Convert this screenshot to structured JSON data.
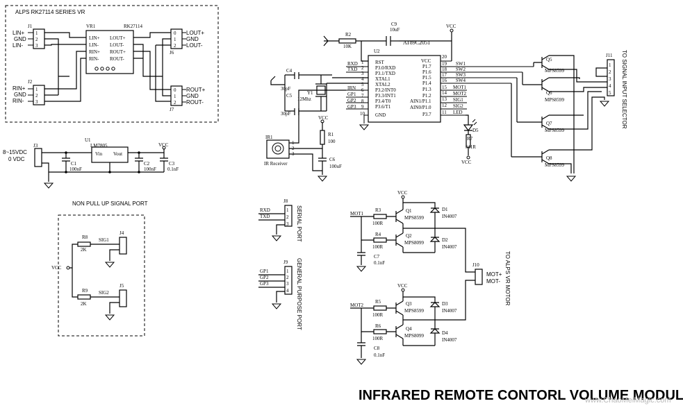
{
  "title": "INFRARED REMOTE CONTORL VOLUME MODULE",
  "watermark": "www.ChaoMeiMagic.com",
  "vr_section": {
    "header": "ALPS RK27114 SERIES VR",
    "j1": {
      "ref": "J1",
      "signals": [
        "LIN+",
        "GND",
        "LIN-"
      ],
      "pins": [
        "1",
        "2",
        "3"
      ]
    },
    "j2": {
      "ref": "J2",
      "signals": [
        "RIN+",
        "GND",
        "RIN-"
      ],
      "pins": [
        "1",
        "2",
        "3"
      ]
    },
    "j6": {
      "ref": "J6",
      "signals": [
        "LOUT+",
        "GND",
        "LOUT-"
      ],
      "pins": [
        "0",
        "1",
        "2"
      ]
    },
    "j7": {
      "ref": "J7",
      "signals": [
        "ROUT+",
        "GND",
        "ROUT-"
      ],
      "pins": [
        "0",
        "1",
        "2"
      ]
    },
    "vr1": {
      "ref": "VR1",
      "part": "RK27114",
      "left_pins": [
        "LIN+",
        "LIN-",
        "RIN+",
        "RIN-"
      ],
      "right_pins": [
        "LOUT+",
        "LOUT-",
        "ROUT+",
        "ROUT-"
      ]
    }
  },
  "power": {
    "j3": {
      "ref": "J3",
      "input": "8~15VDC",
      "gnd": "0 VDC"
    },
    "u1": {
      "ref": "U1",
      "part": "LM7805",
      "vin": "Vin",
      "vout": "Vout"
    },
    "c1": {
      "ref": "C1",
      "value": "100nF"
    },
    "c2": {
      "ref": "C2",
      "value": "100nF"
    },
    "c3": {
      "ref": "C3",
      "value": "0.1nF"
    },
    "vcc": "VCC"
  },
  "pullup": {
    "header": "NON PULL UP SIGNAL PORT",
    "vcc": "VCC",
    "r8": {
      "ref": "R8",
      "value": "2K",
      "signal": "SIG1",
      "conn": "J4"
    },
    "r9": {
      "ref": "R9",
      "value": "2K",
      "signal": "SIG2",
      "conn": "J5"
    }
  },
  "mcu": {
    "ref": "U2",
    "part": "AT89C2051",
    "r2": {
      "ref": "R2",
      "value": "10K"
    },
    "c9": {
      "ref": "C9",
      "value": "10uF"
    },
    "c4": {
      "ref": "C4",
      "value": "30pF"
    },
    "c5": {
      "ref": "C5",
      "value": "30pF"
    },
    "y1": {
      "ref": "Y1",
      "value": "12Mhz"
    },
    "vcc": "VCC",
    "left_pins": [
      {
        "num": "1",
        "name": "RST",
        "net": ""
      },
      {
        "num": "2",
        "name": "P3.0/RXD",
        "net": "RXD"
      },
      {
        "num": "3",
        "name": "P3.1/TXD",
        "net": "TXD"
      },
      {
        "num": "4",
        "name": "XTAL1",
        "net": ""
      },
      {
        "num": "5",
        "name": "XTAL2",
        "net": ""
      },
      {
        "num": "6",
        "name": "P3.2/INT0",
        "net": "IRN"
      },
      {
        "num": "7",
        "name": "P3.3/INT1",
        "net": "GP1"
      },
      {
        "num": "8",
        "name": "P3.4/T0",
        "net": "GP2"
      },
      {
        "num": "9",
        "name": "P3.6/T1",
        "net": "GP3"
      },
      {
        "num": "10",
        "name": "GND",
        "net": ""
      }
    ],
    "right_pins": [
      {
        "num": "20",
        "name": "VCC",
        "net": ""
      },
      {
        "num": "19",
        "name": "P1.7",
        "net": "SW1"
      },
      {
        "num": "18",
        "name": "P1.6",
        "net": "SW2"
      },
      {
        "num": "17",
        "name": "P1.5",
        "net": "SW3"
      },
      {
        "num": "16",
        "name": "P1.4",
        "net": "SW4"
      },
      {
        "num": "15",
        "name": "P1.3",
        "net": "MOT1"
      },
      {
        "num": "14",
        "name": "P1.2",
        "net": "MOT2"
      },
      {
        "num": "13",
        "name": "AIN1/P1.1",
        "net": "SIG1"
      },
      {
        "num": "12",
        "name": "AIN0/P1.0",
        "net": "SIG2"
      },
      {
        "num": "11",
        "name": "P3.7",
        "net": "LED"
      }
    ],
    "d5": {
      "ref": "D5"
    },
    "r7": {
      "ref": "R7",
      "value": "511R"
    }
  },
  "ir": {
    "ref": "IR1",
    "label": "IR Receiver",
    "pins": [
      "1",
      "2",
      "3"
    ],
    "r1": {
      "ref": "R1",
      "value": "100"
    },
    "c6": {
      "ref": "C6",
      "value": "100uF"
    },
    "vcc": "VCC"
  },
  "selector": {
    "transistors": [
      {
        "ref": "Q5",
        "part": "MPS8599"
      },
      {
        "ref": "Q6",
        "part": "MPS8599"
      },
      {
        "ref": "Q7",
        "part": "MPS8599"
      },
      {
        "ref": "Q8",
        "part": "MPS8599"
      }
    ],
    "conn": {
      "ref": "J11",
      "pins": [
        "1",
        "2",
        "3",
        "4",
        "5"
      ],
      "label": "TO SIGNAL INPUT SELECTOR"
    }
  },
  "serial": {
    "ref": "J8",
    "label": "SERIAL PORT",
    "nets": [
      "RXD",
      "TXD"
    ],
    "pins": [
      "1",
      "2",
      "3"
    ]
  },
  "gpio": {
    "ref": "J9",
    "label": "GENERAL PURPOSE PORT",
    "nets": [
      "GP1",
      "GP2",
      "GP3"
    ],
    "pins": [
      "1",
      "2",
      "3",
      "4"
    ]
  },
  "motor": {
    "vcc": "VCC",
    "mot1": "MOT1",
    "mot2": "MOT2",
    "r3": {
      "ref": "R3",
      "value": "100R"
    },
    "r4": {
      "ref": "R4",
      "value": "100R"
    },
    "r5": {
      "ref": "R5",
      "value": "100R"
    },
    "r6": {
      "ref": "R6",
      "value": "100R"
    },
    "q1": {
      "ref": "Q1",
      "part": "MPS8599"
    },
    "q2": {
      "ref": "Q2",
      "part": "MPS8099"
    },
    "q3": {
      "ref": "Q3",
      "part": "MPS8599"
    },
    "q4": {
      "ref": "Q4",
      "part": "MPS8099"
    },
    "d1": {
      "ref": "D1",
      "part": "IN4007"
    },
    "d2": {
      "ref": "D2",
      "part": "IN4007"
    },
    "d3": {
      "ref": "D3",
      "part": "IN4007"
    },
    "d4": {
      "ref": "D4",
      "part": "IN4007"
    },
    "c7": {
      "ref": "C7",
      "value": "0.1nF"
    },
    "c8": {
      "ref": "C8",
      "value": "0.1nF"
    },
    "j10": {
      "ref": "J10",
      "pins": [
        "MOT+",
        "MOT-"
      ],
      "label": "TO ALPS VR MOTOR"
    }
  }
}
